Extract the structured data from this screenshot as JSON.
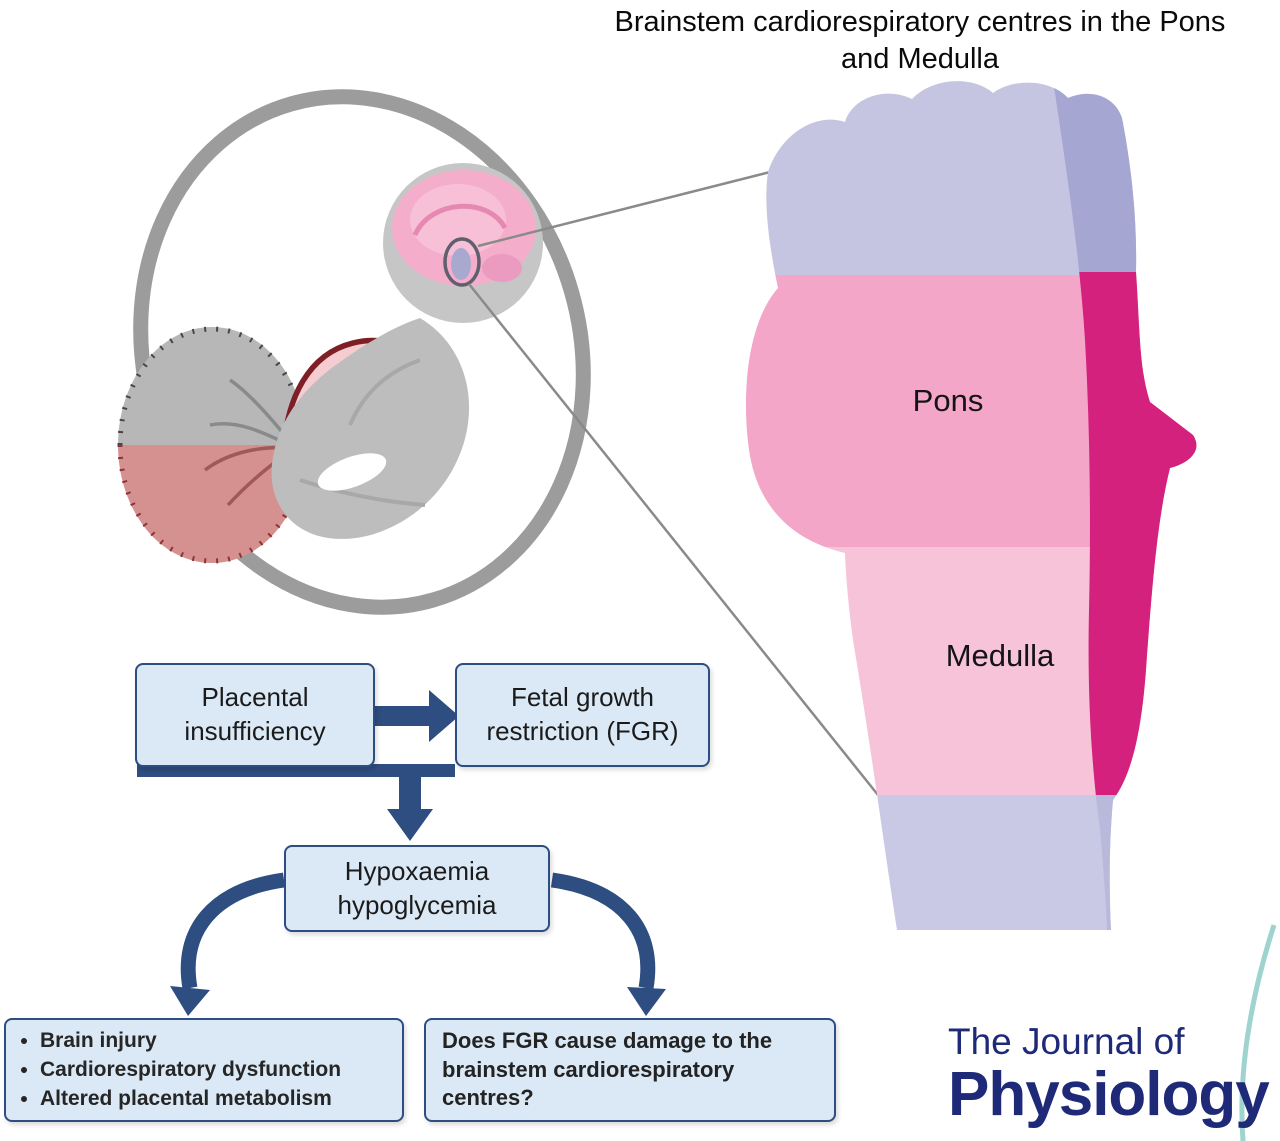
{
  "title": "Brainstem cardiorespiratory centres in the Pons and Medulla",
  "brainstem_panel": {
    "pons_label": "Pons",
    "medulla_label": "Medulla"
  },
  "flowchart": {
    "placental_box": "Placental insufficiency",
    "fgr_box": "Fetal growth restriction (FGR)",
    "hypoxaemia_box": "Hypoxaemia hypoglycemia",
    "outcomes": [
      "Brain injury",
      "Cardiorespiratory dysfunction",
      "Altered placental metabolism"
    ],
    "question_box": "Does FGR cause damage to the brainstem cardiorespiratory centres?"
  },
  "logo": {
    "line1": "The Journal of",
    "line2": "Physiology"
  },
  "colors": {
    "accent": "#2e4d80",
    "box_fill": "#dbe9f6",
    "logo_navy": "#1e2a78",
    "lavender": "#c5c5e2",
    "pons_pink": "#f3a6c8",
    "medulla_pink": "#f7c3d9",
    "spinal_lavender": "#c9c9e6",
    "stripe_lavender_top": "#a6a6d2",
    "stripe_magenta": "#d4217e",
    "stripe_lavender_bottom": "#b9b9dc",
    "womb_gray": "#9c9c9c",
    "fetus_gray": "#bdbdbd",
    "head_gray": "#c6c6c6",
    "brain_pink": "#f4aecb",
    "placenta_gray": "#b7b7b7",
    "placenta_red": "#d59090",
    "teal": "#9ed3cf"
  }
}
